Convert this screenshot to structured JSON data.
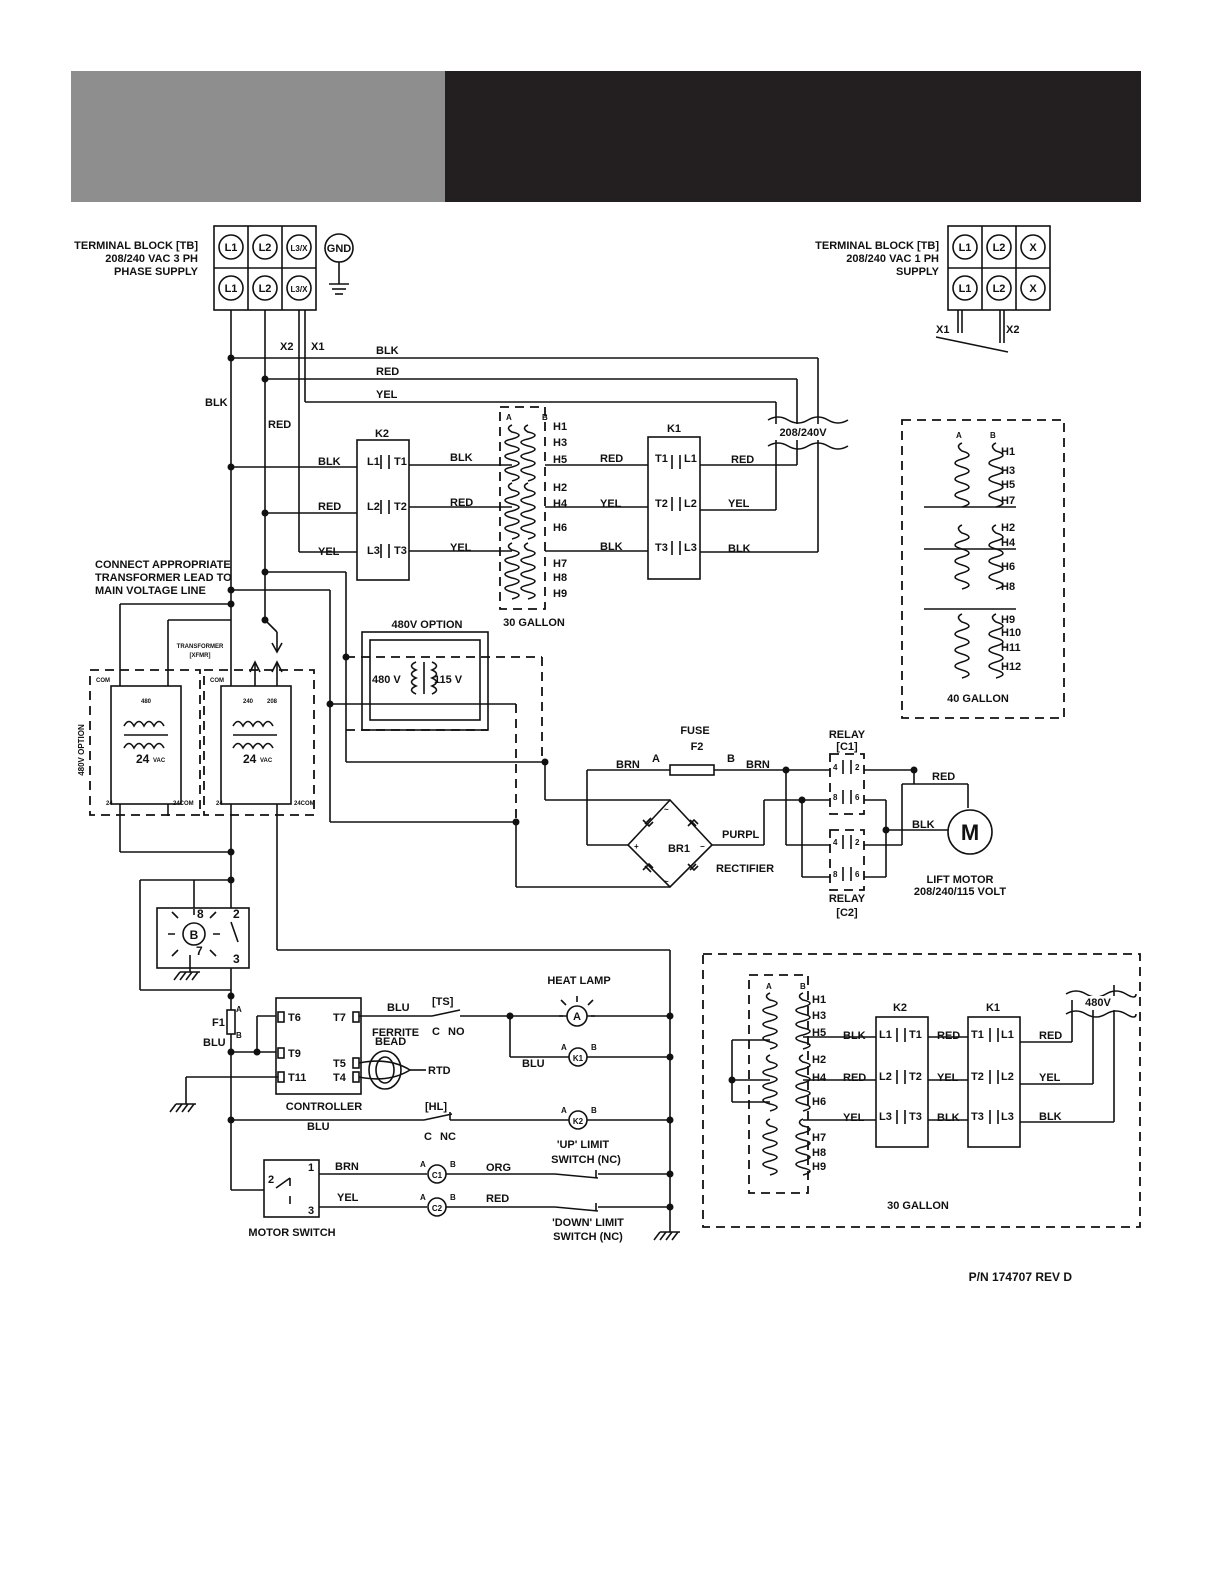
{
  "header": {
    "left_color": "#8e8e8e",
    "right_color": "#231f20"
  },
  "tb3": {
    "title": [
      "TERMINAL BLOCK [TB]",
      "208/240 VAC 3 PH",
      "PHASE SUPPLY"
    ],
    "top": [
      "L1",
      "L2",
      "L3/X"
    ],
    "bottom": [
      "L1",
      "L2",
      "L3/X"
    ],
    "gnd": "GND"
  },
  "tb1": {
    "title": [
      "TERMINAL BLOCK [TB]",
      "208/240 VAC 1 PH",
      "SUPPLY"
    ],
    "top": [
      "L1",
      "L2",
      "X"
    ],
    "bottom": [
      "L1",
      "L2",
      "X"
    ],
    "x1": "X1",
    "x2": "X2"
  },
  "wires": {
    "x2": "X2",
    "x1": "X1",
    "blk": "BLK",
    "red": "RED",
    "yel": "YEL",
    "blu": "BLU",
    "brn": "BRN",
    "purpl": "PURPL",
    "org": "ORG"
  },
  "supply_label": "208/240V",
  "k2": {
    "name": "K2",
    "rows": [
      [
        "L1",
        "T1"
      ],
      [
        "L2",
        "T2"
      ],
      [
        "L3",
        "T3"
      ]
    ]
  },
  "k1": {
    "name": "K1",
    "rows": [
      [
        "T1",
        "L1"
      ],
      [
        "T2",
        "L2"
      ],
      [
        "T3",
        "L3"
      ]
    ]
  },
  "heater30": {
    "ab": [
      "A",
      "B"
    ],
    "groups": [
      [
        "H1",
        "H3",
        "H5"
      ],
      [
        "H2",
        "H4",
        "H6"
      ],
      [
        "H7",
        "H8",
        "H9"
      ]
    ],
    "caption": "30 GALLON"
  },
  "heater40": {
    "ab": [
      "A",
      "B"
    ],
    "groups": [
      [
        "H1",
        "H3",
        "H5",
        "H7"
      ],
      [
        "H2",
        "H4",
        "H6",
        "H8"
      ],
      [
        "H9",
        "H10",
        "H11",
        "H12"
      ]
    ],
    "caption": "40 GALLON"
  },
  "connect_note": [
    "CONNECT APPROPRIATE",
    "TRANSFORMER LEAD TO",
    "MAIN VOLTAGE LINE"
  ],
  "opt480": {
    "side_label": "480V OPTION",
    "com": "COM",
    "primary": "480",
    "secondary": "24",
    "vac": "VAC",
    "bl": "24",
    "br": "24COM"
  },
  "xfmr": {
    "title": [
      "TRANSFORMER",
      "[XFMR]"
    ],
    "com": "COM",
    "primary": [
      "240",
      "208"
    ],
    "secondary": "24",
    "vac": "VAC",
    "bl": "24",
    "br": "24COM"
  },
  "opt480_xfmr": {
    "title": "480V OPTION",
    "left": "480 V",
    "right": "115 V"
  },
  "fuse": {
    "label": [
      "FUSE",
      "F2"
    ],
    "a": "A",
    "b": "B"
  },
  "rectifier": {
    "name": "BR1",
    "label": "RECTIFIER"
  },
  "relay_c1": {
    "label": [
      "RELAY",
      "[C1]"
    ],
    "pins": [
      "4",
      "2",
      "8",
      "6"
    ]
  },
  "relay_c2": {
    "label": [
      "RELAY",
      "[C2]"
    ],
    "pins": [
      "4",
      "2",
      "8",
      "6"
    ]
  },
  "motor": {
    "symbol": "M",
    "label": [
      "LIFT MOTOR",
      "208/240/115 VOLT"
    ]
  },
  "buzzer": {
    "symbol": "B",
    "pins": [
      "8",
      "2",
      "7",
      "3"
    ]
  },
  "f1": {
    "name": "F1",
    "a": "A",
    "b": "B"
  },
  "controller": {
    "label": "CONTROLLER",
    "left_pins": [
      "T6",
      "T9",
      "T11"
    ],
    "right_pins": [
      "T7",
      "T5",
      "T4"
    ]
  },
  "ferrite": [
    "FERRITE",
    "BEAD"
  ],
  "rtd": "RTD",
  "ts": {
    "label": "[TS]",
    "c": "C",
    "no": "NO"
  },
  "hl": {
    "label": "[HL]",
    "c": "C",
    "nc": "NC"
  },
  "heat_lamp": {
    "label": "HEAT LAMP",
    "symbol": "A"
  },
  "coils": {
    "k1": "K1",
    "k2": "K2",
    "c1": "C1",
    "c2": "C2",
    "a": "A",
    "b": "B"
  },
  "up_limit": [
    "'UP' LIMIT",
    "SWITCH (NC)"
  ],
  "down_limit": [
    "'DOWN' LIMIT",
    "SWITCH (NC)"
  ],
  "motor_switch": {
    "label": "MOTOR SWITCH",
    "pins": [
      "1",
      "2",
      "3"
    ]
  },
  "panel480": {
    "k2": "K2",
    "k1": "K1",
    "supply": "480V",
    "k2_rows": [
      [
        "L1",
        "T1"
      ],
      [
        "L2",
        "T2"
      ],
      [
        "L3",
        "T3"
      ]
    ],
    "k1_rows": [
      [
        "T1",
        "L1"
      ],
      [
        "T2",
        "L2"
      ],
      [
        "T3",
        "L3"
      ]
    ],
    "heater_groups": [
      [
        "H1",
        "H3",
        "H5"
      ],
      [
        "H2",
        "H4",
        "H6"
      ],
      [
        "H7",
        "H8",
        "H9"
      ]
    ],
    "ab": [
      "A",
      "B"
    ],
    "caption": "30 GALLON"
  },
  "part_number": "P/N 174707 REV D"
}
